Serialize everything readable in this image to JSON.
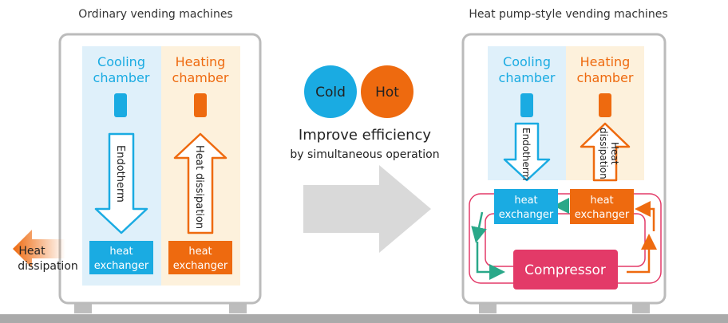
{
  "left_panel": {
    "title": "Ordinary vending machines",
    "cooling_label_1": "Cooling",
    "cooling_label_2": "chamber",
    "heating_label_1": "Heating",
    "heating_label_2": "chamber",
    "endotherm": "Endotherm",
    "heat_dissipation": "Heat dissipation",
    "exchanger_left_1": "heat",
    "exchanger_left_2": "exchanger",
    "exchanger_right_1": "heat",
    "exchanger_right_2": "exchanger",
    "side_dissipation_1": "Heat",
    "side_dissipation_2": "dissipation"
  },
  "middle": {
    "cold": "Cold",
    "hot": "Hot",
    "improve": "Improve efficiency",
    "simultaneous": "by simultaneous operation"
  },
  "right_panel": {
    "title": "Heat pump-style vending machines",
    "cooling_label_1": "Cooling",
    "cooling_label_2": "chamber",
    "heating_label_1": "Heating",
    "heating_label_2": "chamber",
    "endotherm": "Endotherm",
    "heat_dissipation_1": "Heat",
    "heat_dissipation_2": "dissipation",
    "exchanger_left_1": "heat",
    "exchanger_left_2": "exchanger",
    "exchanger_right_1": "heat",
    "exchanger_right_2": "exchanger",
    "compressor": "Compressor"
  },
  "colors": {
    "cool_bg": "#dff0fa",
    "heat_bg": "#fdf1dc",
    "blue": "#1aabe2",
    "orange": "#ee6a0f",
    "pink": "#e33a68",
    "green": "#2aa889",
    "frame": "#bbbbbb",
    "ground": "#aaaaaa"
  }
}
